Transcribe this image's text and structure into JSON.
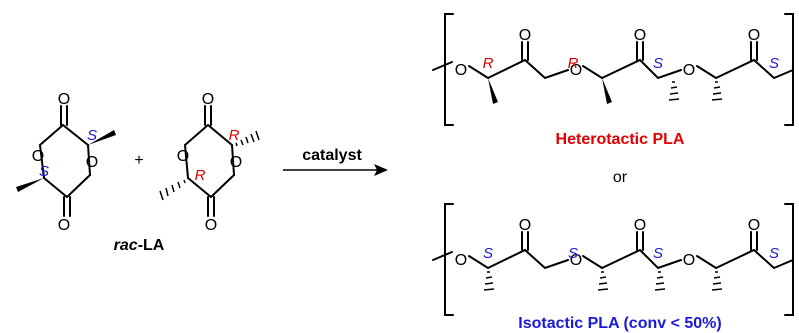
{
  "monomer": {
    "label_prefix": "rac",
    "label_suffix": "-LA",
    "plus": "+",
    "atom_o": "O",
    "left_stereo": [
      "S",
      "S"
    ],
    "right_stereo": [
      "R",
      "R"
    ]
  },
  "reaction": {
    "reagent": "catalyst",
    "alternative": "or"
  },
  "heterotactic": {
    "title": "Heterotactic PLA",
    "stereo": [
      "R",
      "R",
      "S",
      "S"
    ],
    "color_r": "#e00000",
    "color_s": "#1a1ad6"
  },
  "isotactic": {
    "title": "Isotactic PLA (conv < 50%)",
    "stereo": [
      "S",
      "S",
      "S",
      "S"
    ],
    "color_s": "#1a1ad6"
  }
}
